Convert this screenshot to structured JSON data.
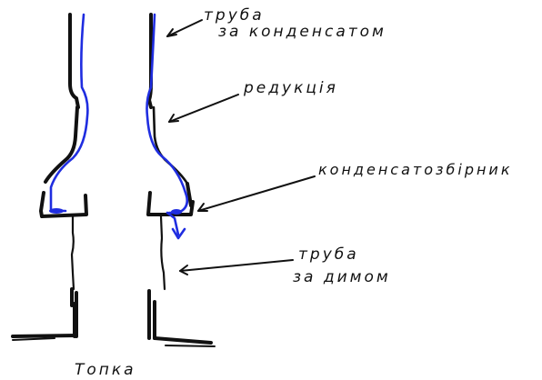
{
  "labels": {
    "condensate_pipe": [
      "труба",
      "за конденсатом"
    ],
    "reduction": "редукція",
    "condensate_collector": "конденсатозбірник",
    "smoke_pipe": [
      "труба",
      "за димом"
    ],
    "firebox": "Топка"
  },
  "colors": {
    "ink": "#111111",
    "condensate": "#1f2de0",
    "background": "#ffffff"
  }
}
